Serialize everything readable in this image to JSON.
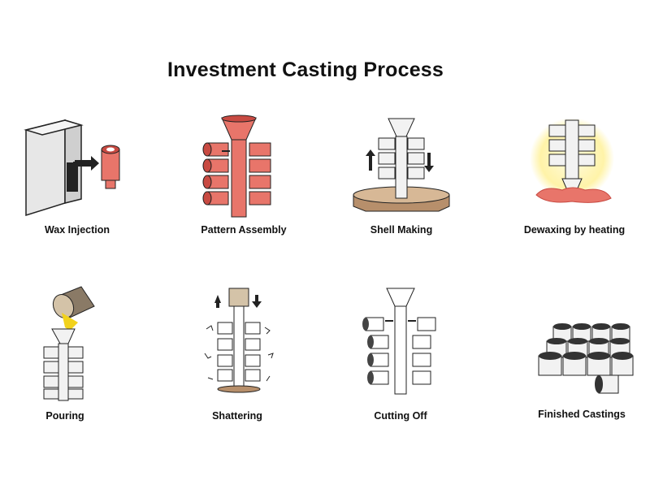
{
  "title": "Investment Casting Process",
  "colors": {
    "wax": "#e8756a",
    "wax_dark": "#c84a42",
    "glow": "#fff3a8",
    "shell": "#f2f2f2",
    "outline": "#222222",
    "base": "#b78f6b",
    "molten": "#f2d21c"
  },
  "steps": [
    {
      "label": "Wax Injection",
      "icon": "wax-injection-icon"
    },
    {
      "label": "Pattern Assembly",
      "icon": "pattern-assembly-icon"
    },
    {
      "label": "Shell Making",
      "icon": "shell-making-icon"
    },
    {
      "label": "Dewaxing by heating",
      "icon": "dewaxing-icon"
    },
    {
      "label": "Pouring",
      "icon": "pouring-icon"
    },
    {
      "label": "Shattering",
      "icon": "shattering-icon"
    },
    {
      "label": "Cutting Off",
      "icon": "cutting-off-icon"
    },
    {
      "label": "Finished Castings",
      "icon": "finished-castings-icon"
    }
  ]
}
